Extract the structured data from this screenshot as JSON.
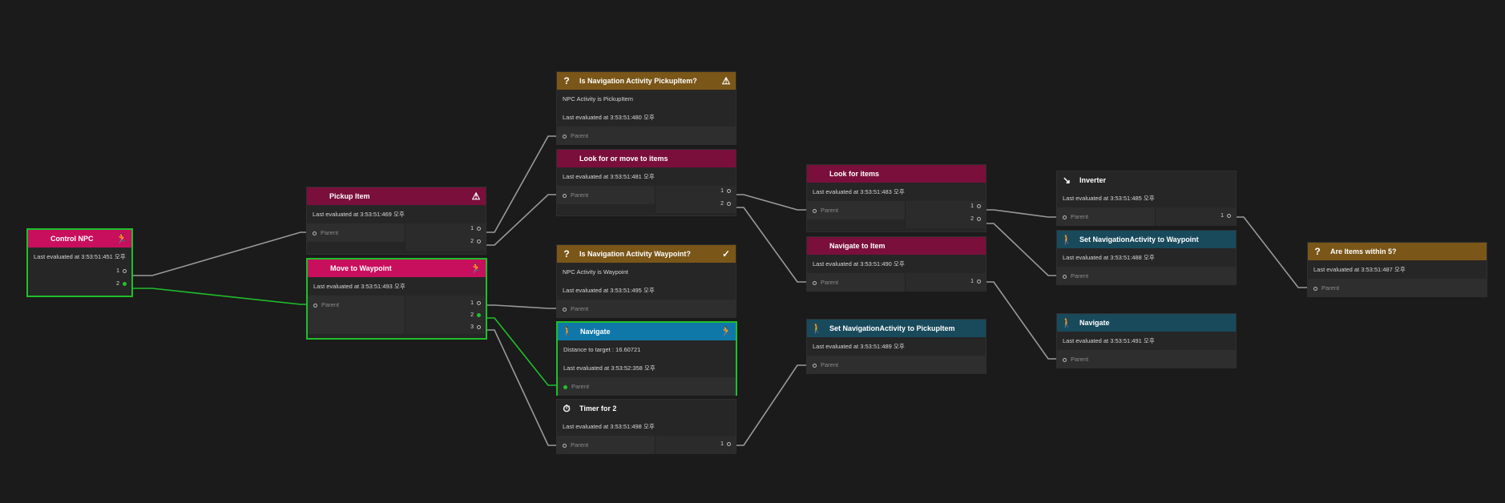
{
  "wire_colors": {
    "normal": "#9a9a9a",
    "active": "#1fbf2a"
  },
  "nodes": {
    "control_npc": {
      "title": "Control NPC",
      "eval": "Last evaluated at 3:53:51:451 오후",
      "ports": [
        "1",
        "2"
      ],
      "icon": "running-person-icon"
    },
    "pickup_item": {
      "title": "Pickup Item",
      "eval": "Last evaluated at 3:53:51:469 오후",
      "parent": "Parent",
      "ports": [
        "1",
        "2"
      ],
      "icon": "warning-triangles-icon"
    },
    "move_to_waypoint": {
      "title": "Move to Waypoint",
      "eval": "Last evaluated at 3:53:51:493 오후",
      "parent": "Parent",
      "ports": [
        "1",
        "2",
        "3"
      ],
      "icon": "running-person-icon"
    },
    "is_nav_pickup": {
      "title": "Is Navigation Activity PickupItem?",
      "desc": "NPC Activity is PickupItem",
      "eval": "Last evaluated at 3:53:51:480 오후",
      "parent": "Parent",
      "icon": "question-icon",
      "status_icon": "warning-triangle-icon"
    },
    "look_or_move": {
      "title": "Look for or move to items",
      "eval": "Last evaluated at 3:53:51:481 오후",
      "parent": "Parent",
      "ports": [
        "1",
        "2"
      ]
    },
    "is_nav_waypoint": {
      "title": "Is Navigation Activity Waypoint?",
      "desc": "NPC Activity is Waypoint",
      "eval": "Last evaluated at 3:53:51:495 오후",
      "parent": "Parent",
      "icon": "question-icon",
      "status_icon": "checkmark-icon"
    },
    "navigate_a": {
      "title": "Navigate",
      "desc": "Distance to target : 16.60721",
      "eval": "Last evaluated at 3:53:52:358 오후",
      "parent": "Parent",
      "icon": "navigate-icon",
      "status_icon": "running-person-icon"
    },
    "timer": {
      "title": "Timer for 2",
      "eval": "Last evaluated at 3:53:51:498 오후",
      "parent": "Parent",
      "ports": [
        "1"
      ],
      "icon": "timer-icon"
    },
    "look_for_items": {
      "title": "Look for items",
      "eval": "Last evaluated at 3:53:51:483 오후",
      "parent": "Parent",
      "ports": [
        "1",
        "2"
      ]
    },
    "navigate_to_item": {
      "title": "Navigate to Item",
      "eval": "Last evaluated at 3:53:51:490 오후",
      "parent": "Parent",
      "ports": [
        "1"
      ]
    },
    "set_nav_pickup": {
      "title": "Set NavigationActivity to PickupItem",
      "eval": "Last evaluated at 3:53:51:489 오후",
      "parent": "Parent",
      "icon": "navigate-icon"
    },
    "inverter": {
      "title": "Inverter",
      "eval": "Last evaluated at 3:53:51:485 오후",
      "parent": "Parent",
      "ports": [
        "1"
      ],
      "icon": "inverter-icon"
    },
    "set_nav_waypoint": {
      "title": "Set NavigationActivity to Waypoint",
      "eval": "Last evaluated at 3:53:51:488 오후",
      "parent": "Parent",
      "icon": "navigate-icon"
    },
    "navigate_b": {
      "title": "Navigate",
      "eval": "Last evaluated at 3:53:51:491 오후",
      "parent": "Parent",
      "icon": "navigate-icon"
    },
    "are_items": {
      "title": "Are Items within 5?",
      "eval": "Last evaluated at 3:53:51:487 오후",
      "parent": "Parent",
      "icon": "question-icon"
    }
  }
}
